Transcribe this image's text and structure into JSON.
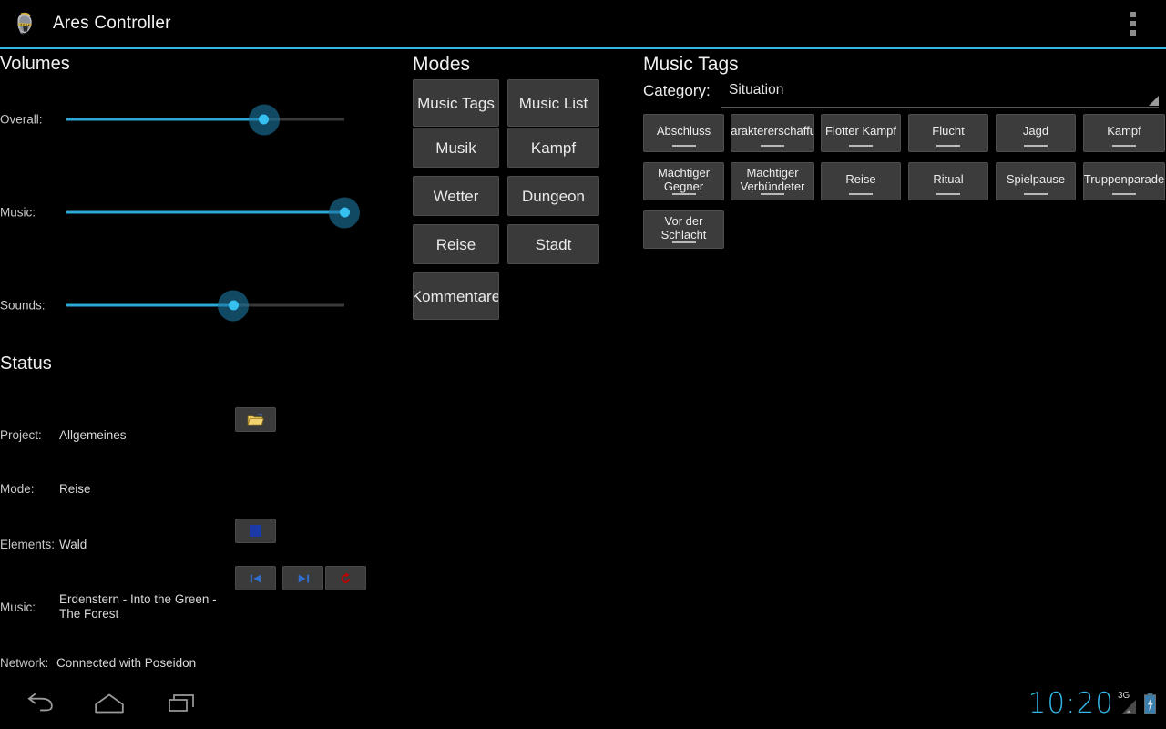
{
  "app": {
    "title": "Ares Controller",
    "icon": "spartan-helmet-icon",
    "overflow_icon": "overflow-menu-icon",
    "accent_color": "#33b5e5"
  },
  "volumes": {
    "title": "Volumes",
    "sliders": [
      {
        "label": "Overall:",
        "value": 71,
        "name": "overall-volume-slider"
      },
      {
        "label": "Music:",
        "value": 100,
        "name": "music-volume-slider"
      },
      {
        "label": "Sounds:",
        "value": 60,
        "name": "sounds-volume-slider"
      }
    ]
  },
  "status": {
    "title": "Status",
    "rows": [
      {
        "label": "Project:",
        "value": "Allgemeines"
      },
      {
        "label": "Mode:",
        "value": "Reise"
      },
      {
        "label": "Elements:",
        "value": "Wald"
      },
      {
        "label": "Music:",
        "value": "Erdenstern - Into the Green - The Forest"
      },
      {
        "label": "Network:",
        "value": "Connected with Poseidon"
      }
    ],
    "buttons": {
      "open_project": "open-folder-icon",
      "stop": "stop-square-icon",
      "previous": "previous-track-icon",
      "next": "next-track-icon",
      "restart": "restart-icon"
    }
  },
  "modes": {
    "title": "Modes",
    "items": [
      {
        "label": "Music Tags",
        "col": 0,
        "row": 0
      },
      {
        "label": "Music List",
        "col": 1,
        "row": 0
      },
      {
        "label": "Musik",
        "col": 0,
        "row": 1
      },
      {
        "label": "Kampf",
        "col": 1,
        "row": 1
      },
      {
        "label": "Wetter",
        "col": 0,
        "row": 2
      },
      {
        "label": "Dungeon",
        "col": 1,
        "row": 2
      },
      {
        "label": "Reise",
        "col": 0,
        "row": 3
      },
      {
        "label": "Stadt",
        "col": 1,
        "row": 3
      },
      {
        "label": "Kommentare",
        "col": 0,
        "row": 4
      }
    ]
  },
  "music_tags": {
    "title": "Music Tags",
    "category_label": "Category:",
    "category_value": "Situation",
    "tags": [
      "Abschluss",
      "Charaktererschaffung",
      "Flotter Kampf",
      "Flucht",
      "Jagd",
      "Kampf",
      "Mächtiger Gegner",
      "Mächtiger Verbündeter",
      "Reise",
      "Ritual",
      "Spielpause",
      "Truppenparade",
      "Vor der Schlacht"
    ]
  },
  "system": {
    "back_icon": "back-icon",
    "home_icon": "home-icon",
    "recents_icon": "recents-icon",
    "clock": "10:20",
    "network_type": "3G",
    "signal_icon": "signal-icon",
    "battery_icon": "battery-charging-icon"
  }
}
